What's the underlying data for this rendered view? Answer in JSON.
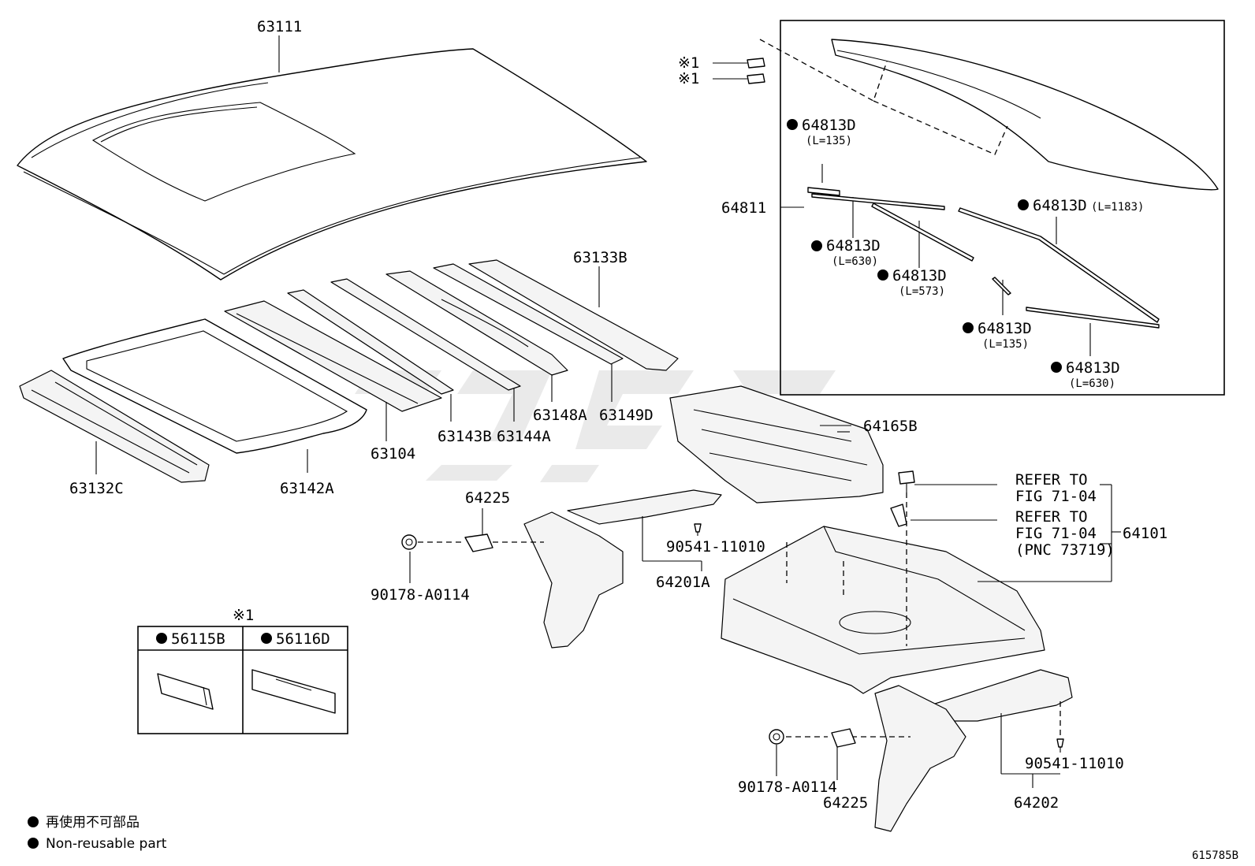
{
  "diagram_id": "615785B",
  "legend": {
    "japanese": "再使用不可部品",
    "english": "Non-reusable part"
  },
  "kit_box": {
    "mark": "※1",
    "items": [
      "56115B",
      "56116D"
    ]
  },
  "refer_notes": {
    "note1_line1": "REFER TO",
    "note1_line2": "FIG 71-04",
    "note2_line1": "REFER TO",
    "note2_line2": "FIG 71-04",
    "note2_line3": "(PNC 73719)"
  },
  "callouts": {
    "p63111": "63111",
    "p63133B": "63133B",
    "p63132C": "63132C",
    "p63142A": "63142A",
    "p63104": "63104",
    "p63143B": "63143B",
    "p63144A": "63144A",
    "p63148A": "63148A",
    "p63149D": "63149D",
    "p64165B": "64165B",
    "p64225a": "64225",
    "p90178a": "90178-A0114",
    "p90541a": "90541-11010",
    "p64201A": "64201A",
    "p64101": "64101",
    "p90178b": "90178-A0114",
    "p64225b": "64225",
    "p90541b": "90541-11010",
    "p64202": "64202",
    "p64811": "64811",
    "mark1a": "※1",
    "mark1b": "※1"
  },
  "moldings": {
    "m1": {
      "part": "64813D",
      "length": "(L=135)"
    },
    "m2": {
      "part": "64813D",
      "length": "(L=1183)"
    },
    "m3": {
      "part": "64813D",
      "length": "(L=630)"
    },
    "m4": {
      "part": "64813D",
      "length": "(L=573)"
    },
    "m5": {
      "part": "64813D",
      "length": "(L=135)"
    },
    "m6": {
      "part": "64813D",
      "length": "(L=630)"
    }
  }
}
